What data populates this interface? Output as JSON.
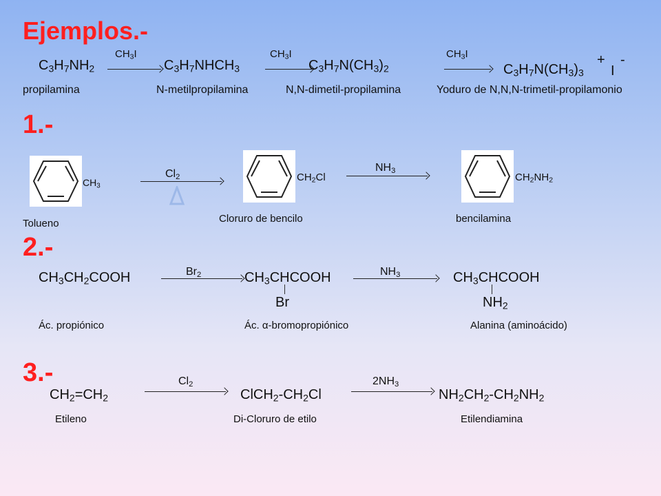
{
  "title": "Ejemplos.-",
  "ex0": {
    "s1": "C3H7NH2",
    "s2": "C3H7NHCH3",
    "s3": "C3H7N(CH3)2",
    "s4": "C3H7N(CH3)3",
    "s4_plus": "+",
    "s4_anion": "I",
    "s4_minus": "-",
    "r1": "CH3I",
    "r2": "CH3I",
    "r3": "CH3I",
    "n1": "propilamina",
    "n2": "N-metilpropilamina",
    "n3": "N,N-dimetil-propilamina",
    "n4": "Yoduro de N,N,N-trimetil-propilamonio"
  },
  "ex1": {
    "label": "1.-",
    "sub1": "CH3",
    "sub2": "CH2Cl",
    "sub3": "CH2NH2",
    "r1": "Cl2",
    "r2": "NH3",
    "n1": "Tolueno",
    "n2": "Cloruro de bencilo",
    "n3": "bencilamina"
  },
  "ex2": {
    "label": "2.-",
    "s1": "CH3CH2COOH",
    "s2": "CH3CHCOOH",
    "s3": "CH3CHCOOH",
    "sub2": "Br",
    "sub3": "NH2",
    "r1": "Br2",
    "r2": "NH3",
    "n1": "Ác. propiónico",
    "n2": "Ác. α-bromopropiónico",
    "n3": "Alanina (aminoácido)"
  },
  "ex3": {
    "label": "3.-",
    "s1": "CH2=CH2",
    "s2": "ClCH2-CH2Cl",
    "s3": "NH2CH2-CH2NH2",
    "r1": "Cl2",
    "r2": "2NH3",
    "n1": "Etileno",
    "n2": "Di-Cloruro de etilo",
    "n3": "Etilendiamina"
  },
  "colors": {
    "heading": "#ff1f1f",
    "delta": "#9db8e8"
  }
}
